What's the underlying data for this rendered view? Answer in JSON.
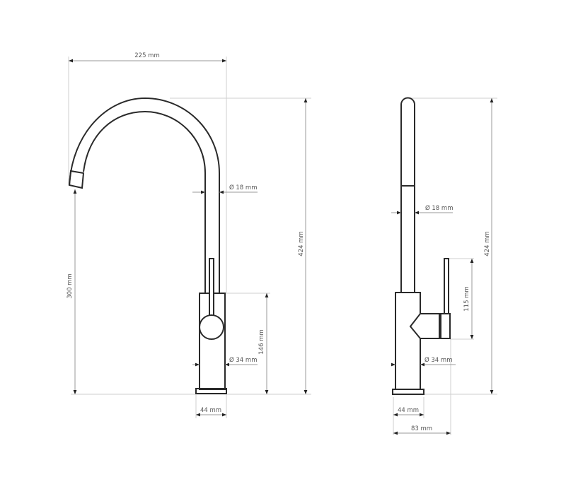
{
  "diagram": {
    "subject": "Kitchen faucet technical drawing",
    "views": [
      {
        "name": "front-view",
        "dimensions": {
          "width_total": "225 mm",
          "spout_diameter": "Ø 18 mm",
          "body_diameter": "Ø 34 mm",
          "spout_clearance": "300 mm",
          "total_height": "424 mm",
          "body_height": "146 mm",
          "base_width": "44 mm"
        }
      },
      {
        "name": "side-view",
        "dimensions": {
          "spout_diameter": "Ø 18 mm",
          "body_diameter": "Ø 34 mm",
          "total_height": "424 mm",
          "handle_height": "115 mm",
          "base_width": "44 mm",
          "depth_total": "83 mm"
        }
      }
    ]
  }
}
